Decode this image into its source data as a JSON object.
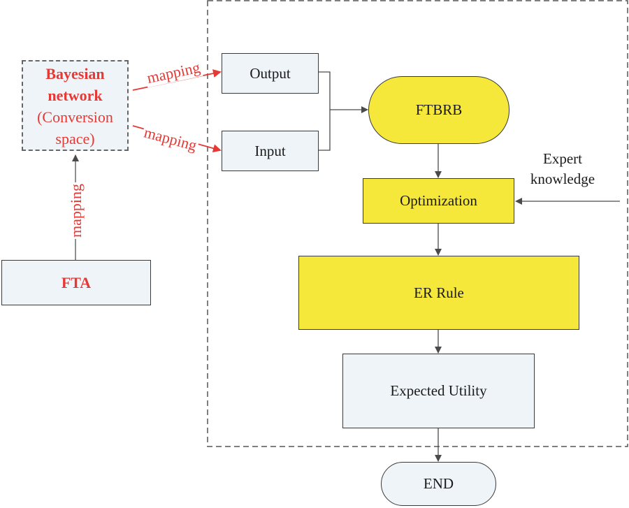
{
  "colors": {
    "accent_red": "#e53935",
    "node_yellow": "#f6e83a",
    "node_plain": "#eef4f8",
    "line": "#4a4a4a"
  },
  "nodes": {
    "bayesian": {
      "title": "Bayesian network",
      "subtitle": "(Conversion space)"
    },
    "fta": "FTA",
    "output": "Output",
    "input": "Input",
    "ftbrb": "FTBRB",
    "optimization": "Optimization",
    "er_rule": "ER Rule",
    "expected_utility": "Expected Utility",
    "end": "END"
  },
  "edge_labels": {
    "mapping_output": "mapping",
    "mapping_input": "mapping",
    "mapping_fta": "mapping"
  },
  "external_input": "Expert knowledge"
}
